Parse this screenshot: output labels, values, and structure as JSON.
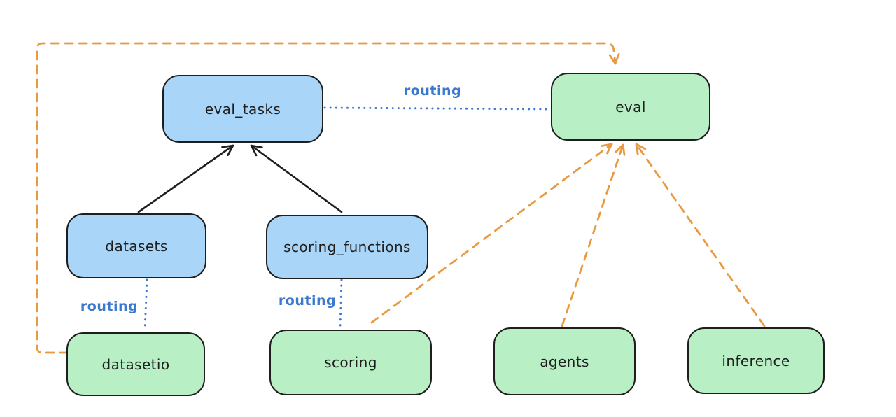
{
  "diagram": {
    "nodes": {
      "eval_tasks": {
        "label": "eval_tasks",
        "fill": "blue"
      },
      "eval": {
        "label": "eval",
        "fill": "green"
      },
      "datasets": {
        "label": "datasets",
        "fill": "blue"
      },
      "scoring_functions": {
        "label": "scoring_functions",
        "fill": "blue"
      },
      "datasetio": {
        "label": "datasetio",
        "fill": "green"
      },
      "scoring": {
        "label": "scoring",
        "fill": "green"
      },
      "agents": {
        "label": "agents",
        "fill": "green"
      },
      "inference": {
        "label": "inference",
        "fill": "green"
      }
    },
    "edge_labels": {
      "eval_tasks_to_eval": "routing",
      "datasets_to_datasetio": "routing",
      "scoring_functions_to_scoring": "routing"
    },
    "edges": [
      {
        "from": "datasets",
        "to": "eval_tasks",
        "style": "solid-black-arrow"
      },
      {
        "from": "scoring_functions",
        "to": "eval_tasks",
        "style": "solid-black-arrow"
      },
      {
        "from": "eval_tasks",
        "to": "eval",
        "style": "dotted-blue",
        "label": "routing"
      },
      {
        "from": "datasets",
        "to": "datasetio",
        "style": "dotted-blue",
        "label": "routing"
      },
      {
        "from": "scoring_functions",
        "to": "scoring",
        "style": "dotted-blue",
        "label": "routing"
      },
      {
        "from": "datasetio",
        "to": "eval",
        "style": "dashed-orange-arrow"
      },
      {
        "from": "scoring",
        "to": "eval",
        "style": "dashed-orange-arrow"
      },
      {
        "from": "agents",
        "to": "eval",
        "style": "dashed-orange-arrow"
      },
      {
        "from": "inference",
        "to": "eval",
        "style": "dashed-orange-arrow"
      }
    ],
    "colors": {
      "bg": "#ffffff",
      "stroke": "#1e1e1e",
      "blue_fill": "#a9d5f8",
      "green_fill": "#b9efc4",
      "orange": "#e9993f",
      "routing_blue": "#3b79cf"
    }
  }
}
